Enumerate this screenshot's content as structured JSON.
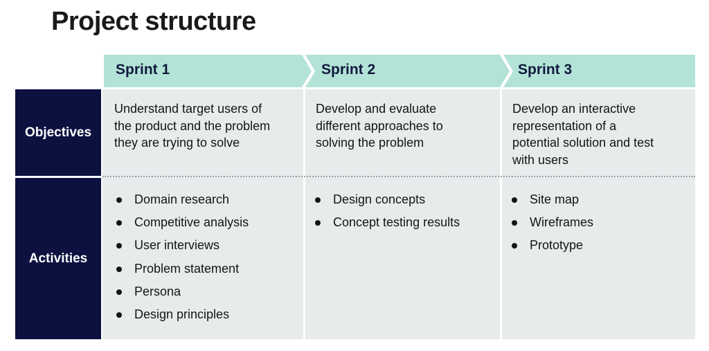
{
  "title": "Project structure",
  "colors": {
    "header_fill": "#b3e3d6",
    "row_head_fill": "#0d1140",
    "cell_fill": "#e8ebec"
  },
  "sprints": [
    {
      "label": "Sprint 1",
      "objective": [
        "Understand target users of",
        "the product and the problem",
        "they are trying to solve"
      ],
      "activities": [
        "Domain research",
        "Competitive analysis",
        "User interviews",
        "Problem statement",
        "Persona",
        "Design principles"
      ]
    },
    {
      "label": "Sprint 2",
      "objective": [
        "Develop and evaluate",
        "different approaches to",
        "solving the problem"
      ],
      "activities": [
        "Design concepts",
        "Concept testing results"
      ]
    },
    {
      "label": "Sprint 3",
      "objective": [
        "Develop an interactive",
        "representation of a",
        "potential solution and test",
        "with users"
      ],
      "activities": [
        "Site map",
        "Wireframes",
        "Prototype"
      ]
    }
  ],
  "rows": {
    "objectives": "Objectives",
    "activities": "Activities"
  }
}
